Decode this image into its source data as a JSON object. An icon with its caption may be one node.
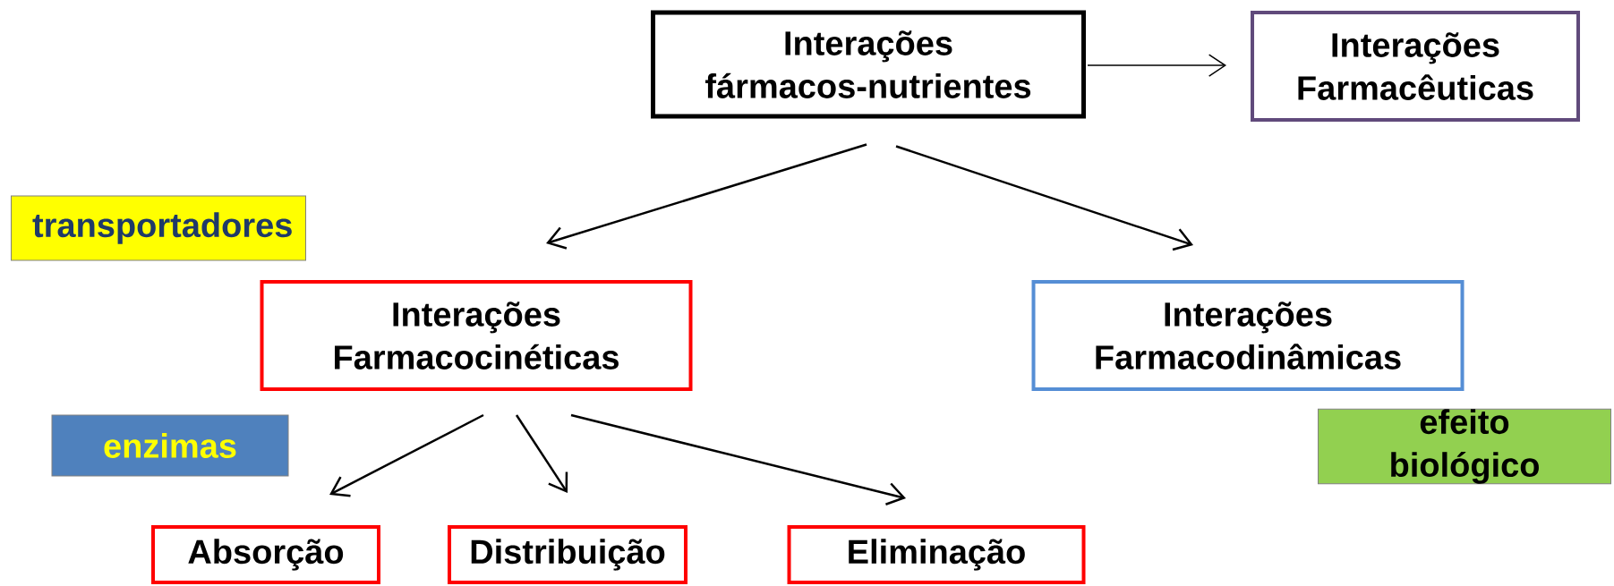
{
  "diagram": {
    "nodes": [
      {
        "text": [
          "Interações fármacos-nutrientes"
        ]
      },
      {
        "text": [
          "Interações Farmacêuticas"
        ]
      },
      {
        "text": [
          "transportadores"
        ]
      },
      {
        "text": [
          "Interações Farmacocinéticas"
        ]
      },
      {
        "text": [
          "Interações Farmacodinâmicas"
        ]
      },
      {
        "text": [
          "enzimas"
        ]
      },
      {
        "text": [
          "efeito biológico"
        ]
      },
      {
        "text": [
          "Absorção"
        ]
      },
      {
        "text": [
          "Distribuição"
        ]
      },
      {
        "text": [
          "Eliminação"
        ]
      }
    ],
    "edges": [
      {
        "from": 0,
        "to": 1,
        "arrow": "to"
      },
      {
        "from": 0,
        "to": 3,
        "arrow": "to"
      },
      {
        "from": 0,
        "to": 4,
        "arrow": "to"
      },
      {
        "from": 3,
        "to": 7,
        "arrow": "to"
      },
      {
        "from": 3,
        "to": 8,
        "arrow": "to"
      },
      {
        "from": 3,
        "to": 9,
        "arrow": "to"
      }
    ]
  }
}
